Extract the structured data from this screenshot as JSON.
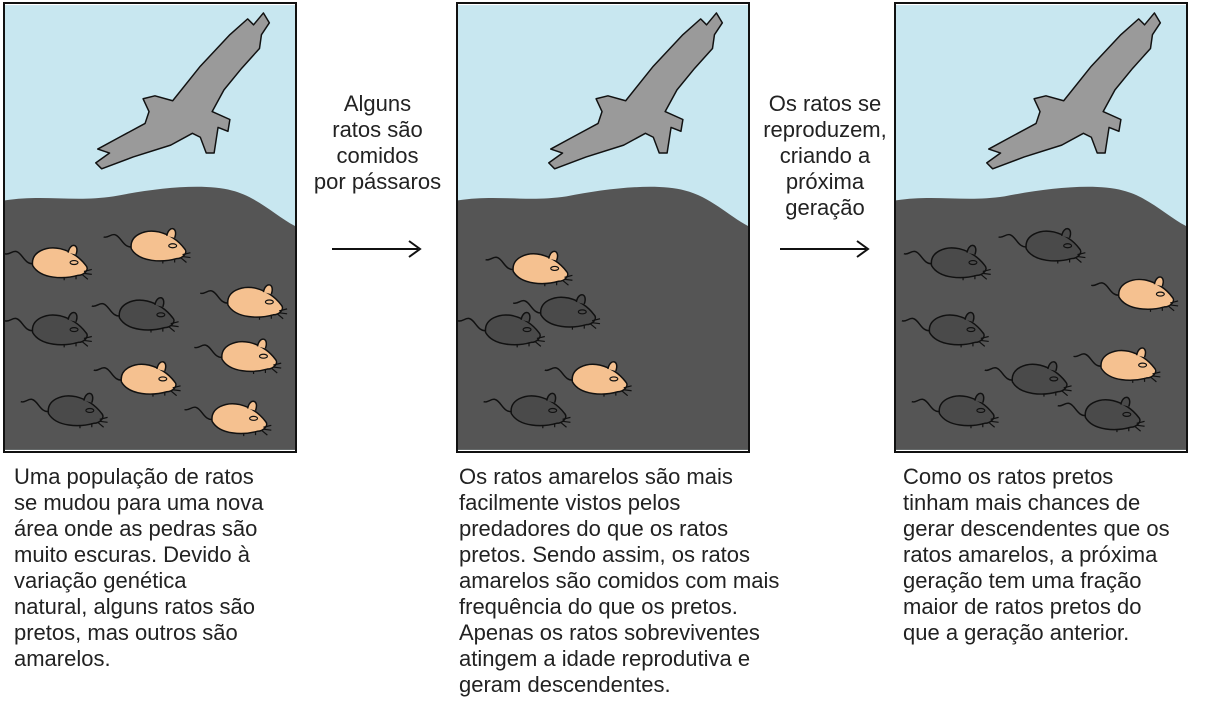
{
  "colors": {
    "sky": "#c8e7f0",
    "ground": "#555555",
    "hawk": "#9a9a9a",
    "yellow_rat": "#f5c190",
    "black_rat": "#4a4a4a",
    "outline": "#111111"
  },
  "panels": [
    {
      "caption": "Uma população de ratos\nse mudou para uma nova\nárea onde as pedras são\nmuito escuras. Devido à\nvariação genética\nnatural, alguns ratos são\npretos, mas outros são\namarelos.",
      "rats": [
        {
          "color": "yellow"
        },
        {
          "color": "yellow"
        },
        {
          "color": "black"
        },
        {
          "color": "yellow"
        },
        {
          "color": "black"
        },
        {
          "color": "yellow"
        },
        {
          "color": "yellow"
        },
        {
          "color": "black"
        },
        {
          "color": "yellow"
        }
      ]
    },
    {
      "caption": "Os ratos amarelos são mais\nfacilmente vistos pelos\npredadores do que os ratos\npretos. Sendo assim, os ratos\namarelos são comidos com mais\nfrequência do que os pretos.\nApenas os ratos sobreviventes\natingem a idade reprodutiva e\ngeram descendentes.",
      "rats": [
        {
          "color": "yellow"
        },
        {
          "color": "black"
        },
        {
          "color": "black"
        },
        {
          "color": "yellow"
        },
        {
          "color": "black"
        }
      ]
    },
    {
      "caption": "Como os ratos pretos\ntinham mais chances de\ngerar descendentes que os\nratos amarelos, a próxima\ngeração tem uma fração\nmaior de ratos pretos do\nque a geração anterior.",
      "rats": [
        {
          "color": "black"
        },
        {
          "color": "black"
        },
        {
          "color": "yellow"
        },
        {
          "color": "black"
        },
        {
          "color": "black"
        },
        {
          "color": "yellow"
        },
        {
          "color": "black"
        },
        {
          "color": "black"
        }
      ]
    }
  ],
  "steps": [
    {
      "label": "Alguns\nratos são\ncomidos\npor pássaros"
    },
    {
      "label": "Os ratos se\nreproduzem,\ncriando a\npróxima\ngeração"
    }
  ]
}
